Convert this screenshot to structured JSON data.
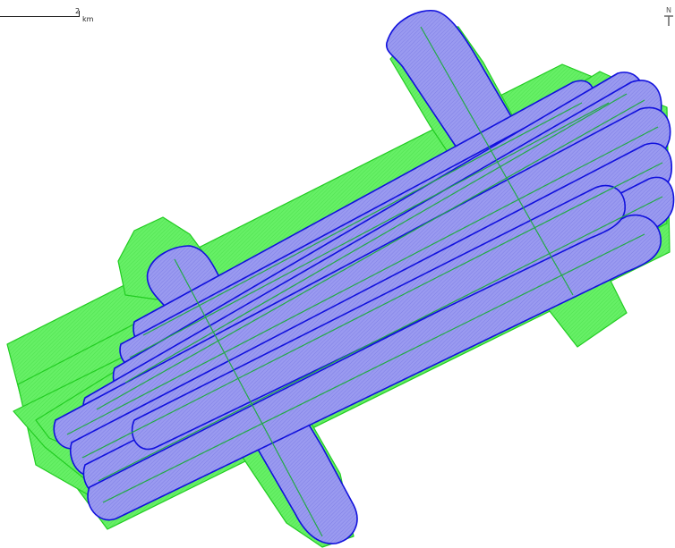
{
  "scale": {
    "value": "2",
    "unit": "km"
  },
  "north": {
    "label": "N"
  },
  "colors": {
    "footprint_fill": "#55ee55",
    "footprint_stroke": "#22cc22",
    "track_fill": "#9a9af0",
    "track_stroke": "#1111dd",
    "background": "#ffffff"
  },
  "icons": [
    "north-arrow-icon"
  ]
}
